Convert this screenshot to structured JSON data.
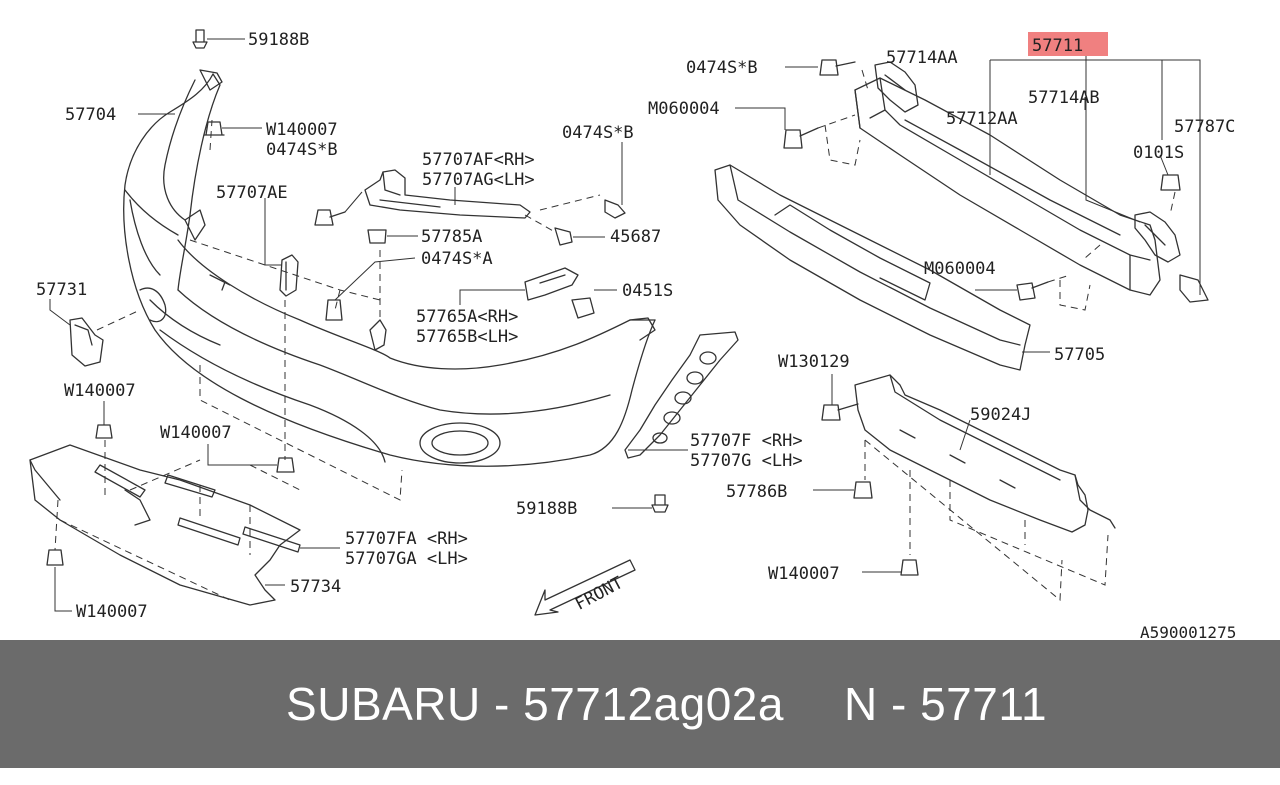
{
  "diagram": {
    "highlight_color": "#f08080",
    "line_color": "#333333",
    "labels": [
      "59188B",
      "57704",
      "W140007",
      "0474S*B",
      "57707AF<RH>",
      "57707AG<LH>",
      "0474S*B",
      "57707AE",
      "57785A",
      "45687",
      "0474S*A",
      "57731",
      "0451S",
      "57765A<RH>",
      "57765B<LH>",
      "W140007",
      "W140007",
      "57707F <RH>",
      "57707G <LH>",
      "59188B",
      "57707FA <RH>",
      "57707GA <LH>",
      "57734",
      "W140007",
      "0474S*B",
      "57714AA",
      "57711",
      "M060004",
      "57712AA",
      "57714AB",
      "57787C",
      "0101S",
      "M060004",
      "57705",
      "W130129",
      "59024J",
      "57786B",
      "W140007",
      "A590001275"
    ],
    "front_label": "FRONT"
  },
  "footer": {
    "brand_part": "SUBARU - 57712ag02a",
    "ref_part": "N - 57711",
    "background": "#6b6b6b"
  }
}
